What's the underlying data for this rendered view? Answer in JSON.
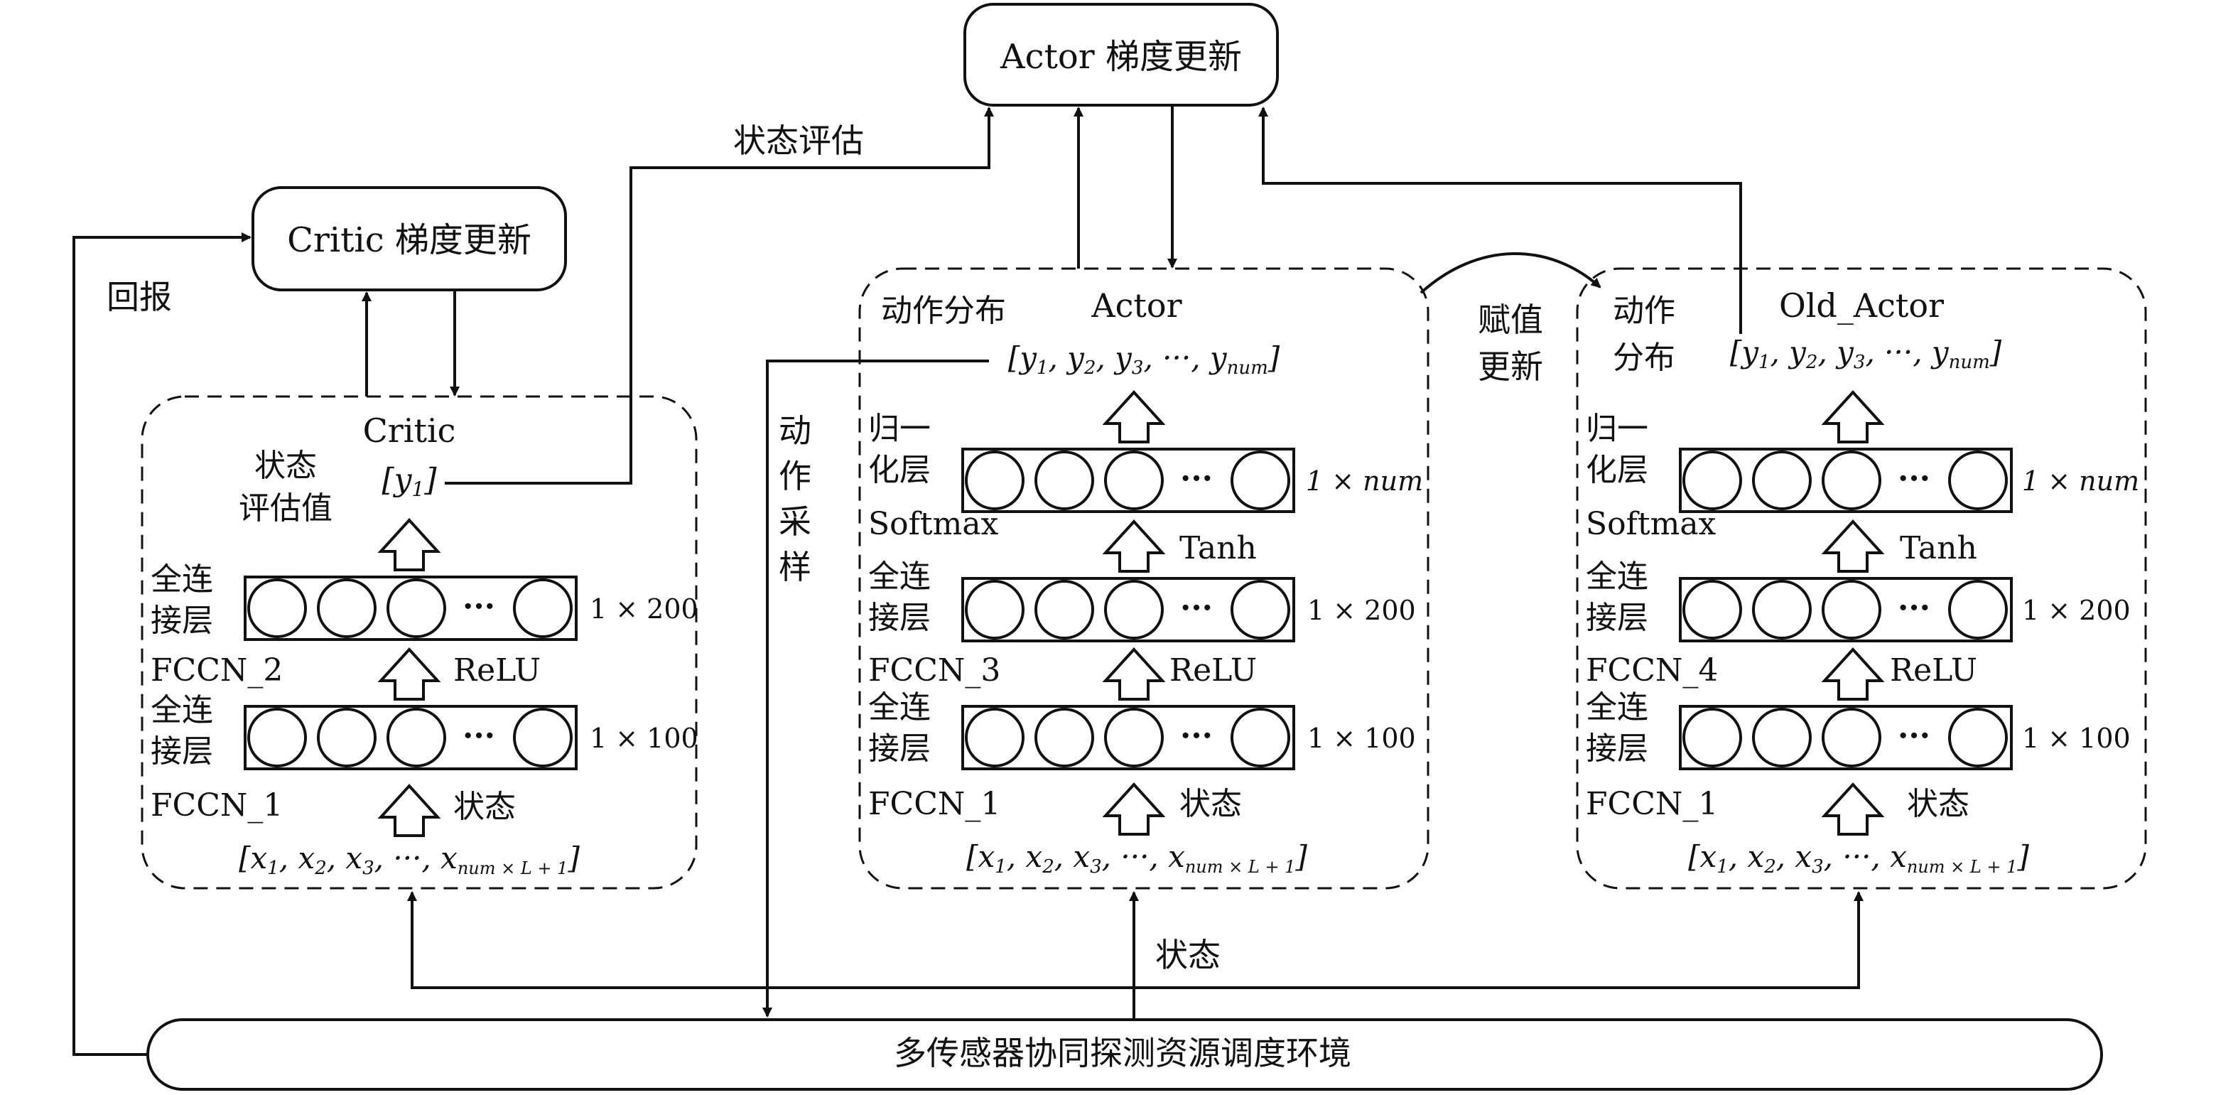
{
  "title_boxes": {
    "actor_update": "Actor 梯度更新",
    "critic_update": "Critic 梯度更新",
    "environment": "多传感器协同探测资源调度环境"
  },
  "edge_labels": {
    "state_eval": "状态评估",
    "return": "回报",
    "action_sample": [
      "动",
      "作",
      "采",
      "样"
    ],
    "assign_update": [
      "赋值",
      "更新"
    ],
    "state_bottom": "状态"
  },
  "critic": {
    "title": "Critic",
    "output_label": [
      "状态",
      "评估值"
    ],
    "output_vec": "[y1]",
    "layer2_label": [
      "全连",
      "接层"
    ],
    "layer2_name": "FCCN_2",
    "layer2_size": "1 × 200",
    "act2": "ReLU",
    "layer1_label": [
      "全连",
      "接层"
    ],
    "layer1_name": "FCCN_1",
    "layer1_size": "1 × 100",
    "act1": "状态",
    "input_vec": "[x1, x2, x3, ···, xnum × L + 1]"
  },
  "actor": {
    "title": "Actor",
    "dist_label": "动作分布",
    "output_vec": "[y1, y2, y3, ···, ynum]",
    "norm_label": [
      "归一",
      "化层"
    ],
    "norm_name": "Softmax",
    "norm_size": "1 × num",
    "act3": "Tanh",
    "layer2_label": [
      "全连",
      "接层"
    ],
    "layer2_name": "FCCN_3",
    "layer2_size": "1 × 200",
    "act2": "ReLU",
    "layer1_label": [
      "全连",
      "接层"
    ],
    "layer1_name": "FCCN_1",
    "layer1_size": "1 × 100",
    "act1": "状态",
    "input_vec": "[x1, x2, x3, ···, xnum × L + 1]"
  },
  "old_actor": {
    "title": "Old_Actor",
    "dist_label": [
      "动作",
      "分布"
    ],
    "output_vec": "[y1, y2, y3, ···, ynum]",
    "norm_label": [
      "归一",
      "化层"
    ],
    "norm_name": "Softmax",
    "norm_size": "1 × num",
    "act3": "Tanh",
    "layer2_label": [
      "全连",
      "接层"
    ],
    "layer2_name": "FCCN_4",
    "layer2_size": "1 × 200",
    "act2": "ReLU",
    "layer1_label": [
      "全连",
      "接层"
    ],
    "layer1_name": "FCCN_1",
    "layer1_size": "1 × 100",
    "act1": "状态",
    "input_vec": "[x1, x2, x3, ···, xnum × L + 1]"
  },
  "dots": "···"
}
